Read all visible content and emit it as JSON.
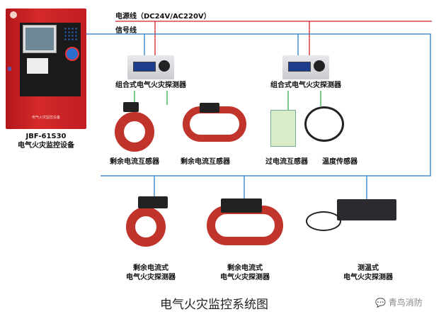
{
  "lines": {
    "power": "电源线（DC24V/AC220V）",
    "signal": "信号线",
    "power_color": "#d0202a",
    "signal_color": "#2a7cc8",
    "sensor_color": "#2faa4a"
  },
  "controller": {
    "model": "JBF-61S30",
    "name": "电气火灾监控设备",
    "panel_caption": "电气火灾监控设备"
  },
  "detectors": [
    {
      "label": "组合式电气火灾探测器"
    },
    {
      "label": "组合式电气火灾探测器"
    }
  ],
  "sensors": [
    {
      "label": "剩余电流互感器"
    },
    {
      "label": "剩余电流互感器"
    },
    {
      "label": "过电流互感器"
    },
    {
      "label": "温度传感器"
    }
  ],
  "bottom_devices": [
    {
      "line1": "剩余电流式",
      "line2": "电气火灾探测器"
    },
    {
      "line1": "剩余电流式",
      "line2": "电气火灾探测器"
    },
    {
      "line1": "测温式",
      "line2": "电气火灾探测器"
    }
  ],
  "title": "电气火灾监控系统图",
  "watermark": "青鸟消防"
}
